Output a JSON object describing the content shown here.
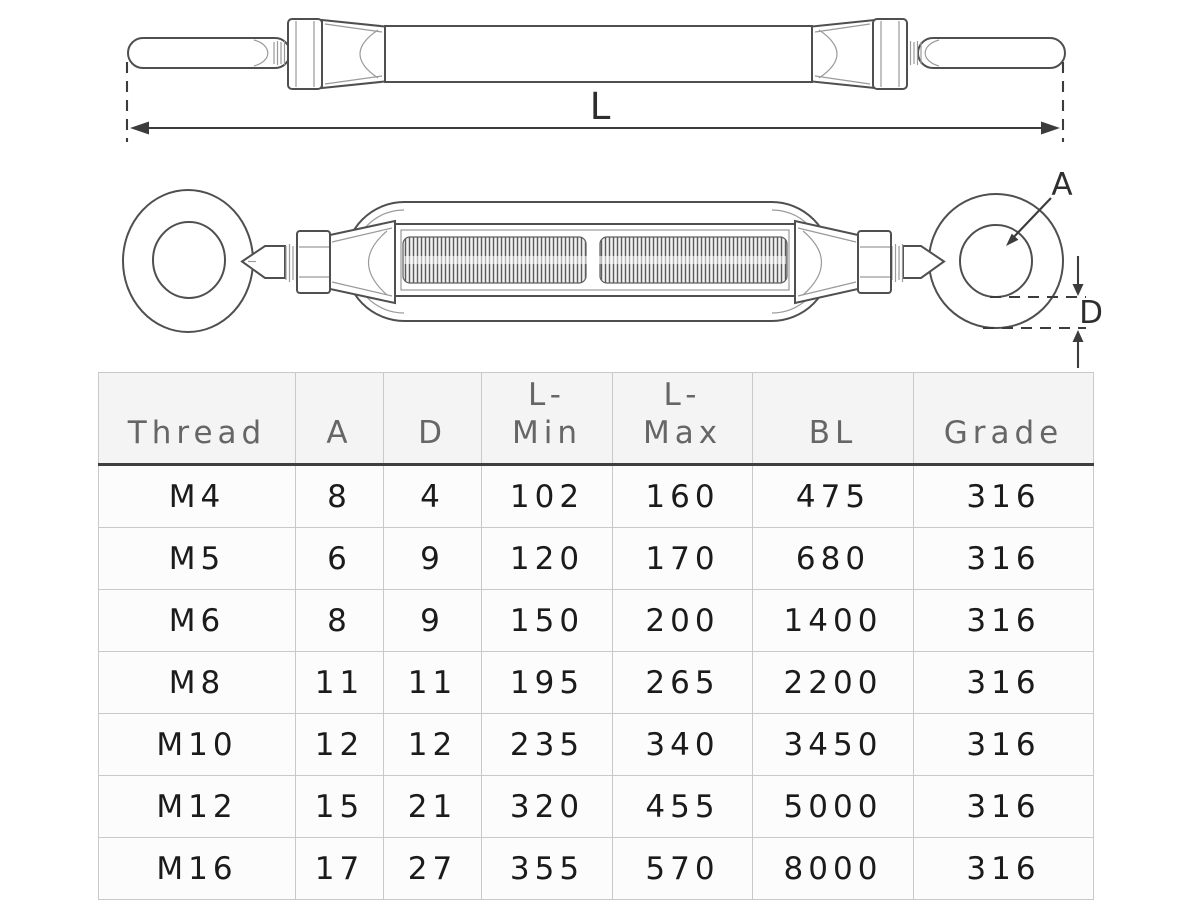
{
  "diagram": {
    "length_dimension_label": "L",
    "eye_inner_diameter_label": "A",
    "eye_section_thickness_label": "D",
    "line_color": "#4f4f4f",
    "dimension_color": "#3c3c3c"
  },
  "table": {
    "headers": [
      "Thread",
      "A",
      "D",
      "L-\nMin",
      "L-\nMax",
      "BL",
      "Grade"
    ],
    "rows": [
      [
        "M4",
        "8",
        "4",
        "102",
        "160",
        "475",
        "316"
      ],
      [
        "M5",
        "6",
        "9",
        "120",
        "170",
        "680",
        "316"
      ],
      [
        "M6",
        "8",
        "9",
        "150",
        "200",
        "1400",
        "316"
      ],
      [
        "M8",
        "11",
        "11",
        "195",
        "265",
        "2200",
        "316"
      ],
      [
        "M10",
        "12",
        "12",
        "235",
        "340",
        "3450",
        "316"
      ],
      [
        "M12",
        "15",
        "21",
        "320",
        "455",
        "5000",
        "316"
      ],
      [
        "M16",
        "17",
        "27",
        "355",
        "570",
        "8000",
        "316"
      ]
    ],
    "header_text_color": "#666666",
    "body_text_color": "#1b1b1b",
    "header_background": "#f4f4f4",
    "grid_line_color": "#c9c9c9"
  }
}
